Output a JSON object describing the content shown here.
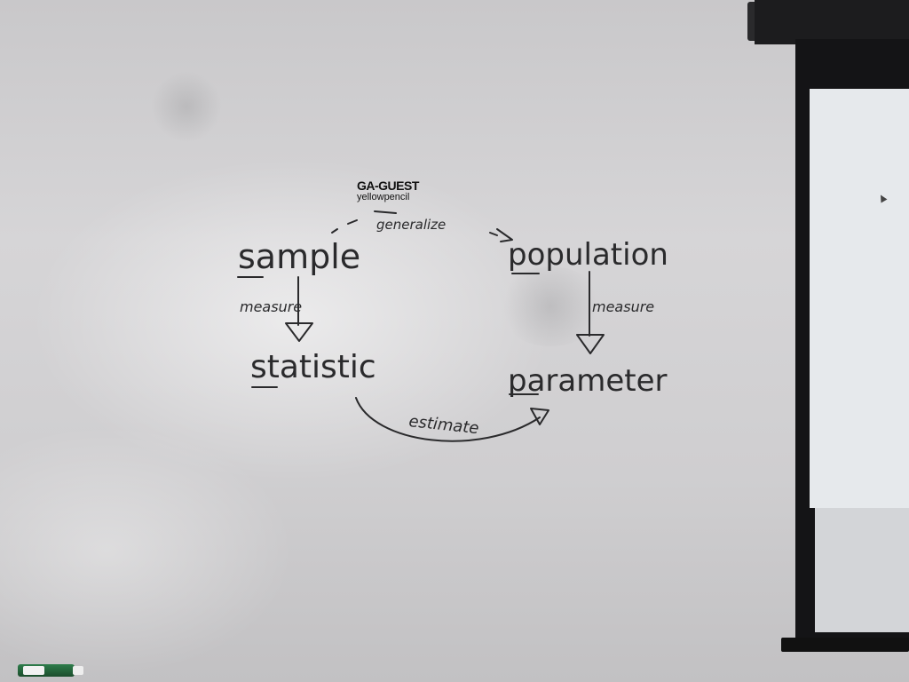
{
  "whiteboard": {
    "label": {
      "title": "GA-GUEST",
      "subtitle": "yellowpencil"
    },
    "words": {
      "sample": "sample",
      "population": "population",
      "statistic": "statistic",
      "parameter": "parameter",
      "measure_left": "measure",
      "measure_right": "measure",
      "generalize": "generalize",
      "estimate": "estimate"
    },
    "ink_color": "#2a2a2c"
  },
  "screen": {
    "surface_color": "#e6e9ec",
    "frame_color": "#141416"
  }
}
